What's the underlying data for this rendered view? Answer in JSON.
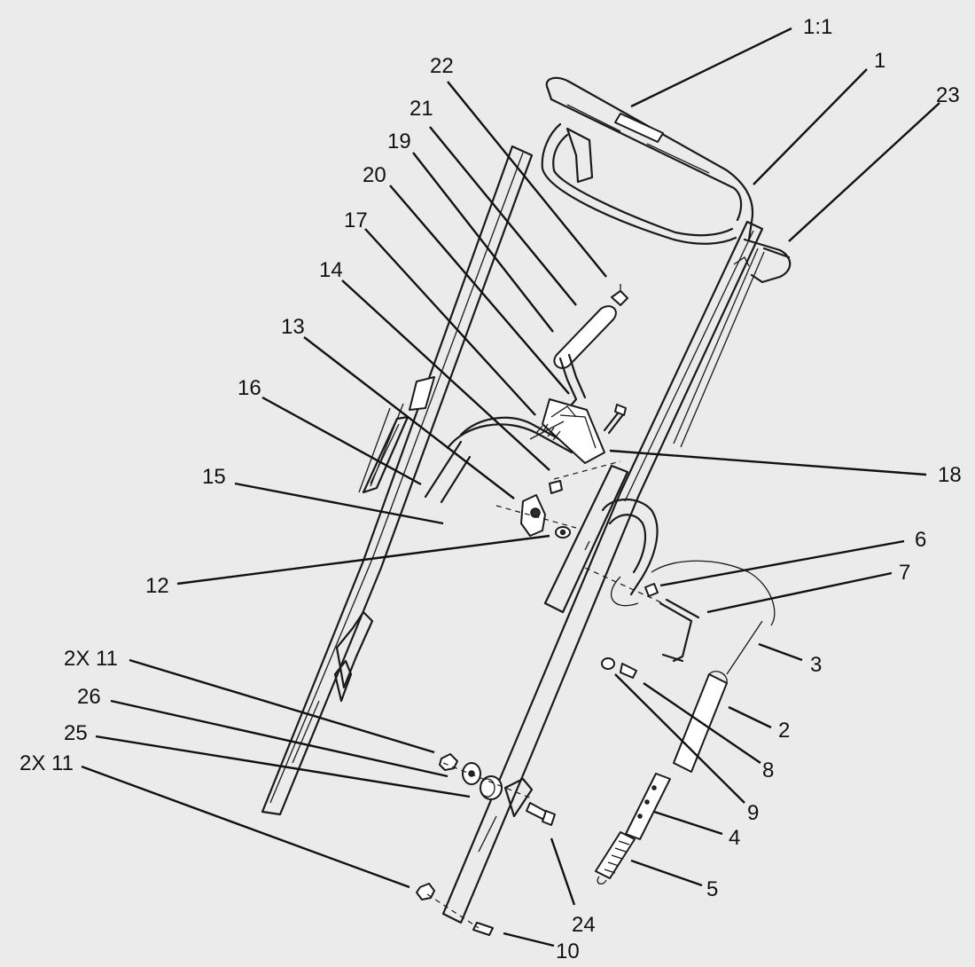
{
  "callouts": [
    {
      "id": "c-1-1",
      "label": "1:1"
    },
    {
      "id": "c-1",
      "label": "1"
    },
    {
      "id": "c-23",
      "label": "23"
    },
    {
      "id": "c-22",
      "label": "22"
    },
    {
      "id": "c-21",
      "label": "21"
    },
    {
      "id": "c-19",
      "label": "19"
    },
    {
      "id": "c-20",
      "label": "20"
    },
    {
      "id": "c-17",
      "label": "17"
    },
    {
      "id": "c-14",
      "label": "14"
    },
    {
      "id": "c-13",
      "label": "13"
    },
    {
      "id": "c-16",
      "label": "16"
    },
    {
      "id": "c-15",
      "label": "15"
    },
    {
      "id": "c-18",
      "label": "18"
    },
    {
      "id": "c-12",
      "label": "12"
    },
    {
      "id": "c-6",
      "label": "6"
    },
    {
      "id": "c-7",
      "label": "7"
    },
    {
      "id": "c-3",
      "label": "3"
    },
    {
      "id": "c-2",
      "label": "2"
    },
    {
      "id": "c-8",
      "label": "8"
    },
    {
      "id": "c-9",
      "label": "9"
    },
    {
      "id": "c-4",
      "label": "4"
    },
    {
      "id": "c-5",
      "label": "5"
    },
    {
      "id": "c-2x11a",
      "label": "2X 11"
    },
    {
      "id": "c-26",
      "label": "26"
    },
    {
      "id": "c-25",
      "label": "25"
    },
    {
      "id": "c-2x11b",
      "label": "2X 11"
    },
    {
      "id": "c-24",
      "label": "24"
    },
    {
      "id": "c-10",
      "label": "10"
    }
  ]
}
